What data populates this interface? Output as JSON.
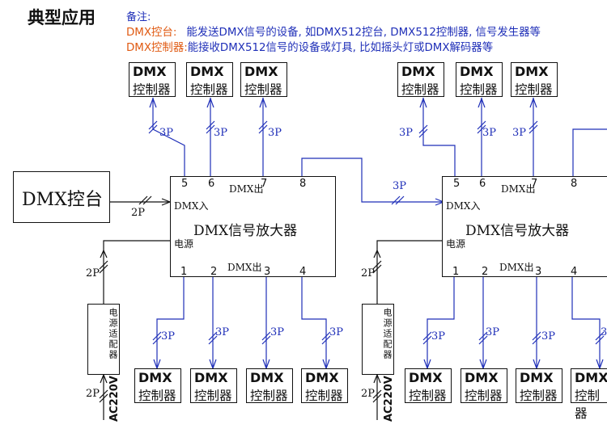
{
  "title": "典型应用",
  "notes": {
    "heading": "备注:",
    "line1_term": "DMX控台:",
    "line1_text": "能发送DMX信号的设备, 如DMX512控台, DMX512控制器, 信号发生器等",
    "line2_term": "DMX控制器:",
    "line2_text": "能接收DMX512信号的设备或灯具, 比如摇头灯或DMX解码器等"
  },
  "controller": {
    "line1": "DMX",
    "line2": "控制器"
  },
  "console_label": "DMX控台",
  "amplifier": {
    "title": "DMX信号放大器",
    "input_label": "DMX入",
    "output_label": "DMX出",
    "power_label": "电源",
    "top_pins": [
      "5",
      "6",
      "7",
      "8"
    ],
    "bottom_pins": [
      "1",
      "2",
      "3",
      "4"
    ]
  },
  "psu_label": "电源适配器",
  "ac_label": "AC220V",
  "cable_labels": {
    "three_pin": "3P",
    "two_pin": "2P"
  },
  "colors": {
    "wire": "#1f2fb8",
    "note_text": "#1f2fb8",
    "note_term": "#e05a12",
    "line": "#111111"
  }
}
